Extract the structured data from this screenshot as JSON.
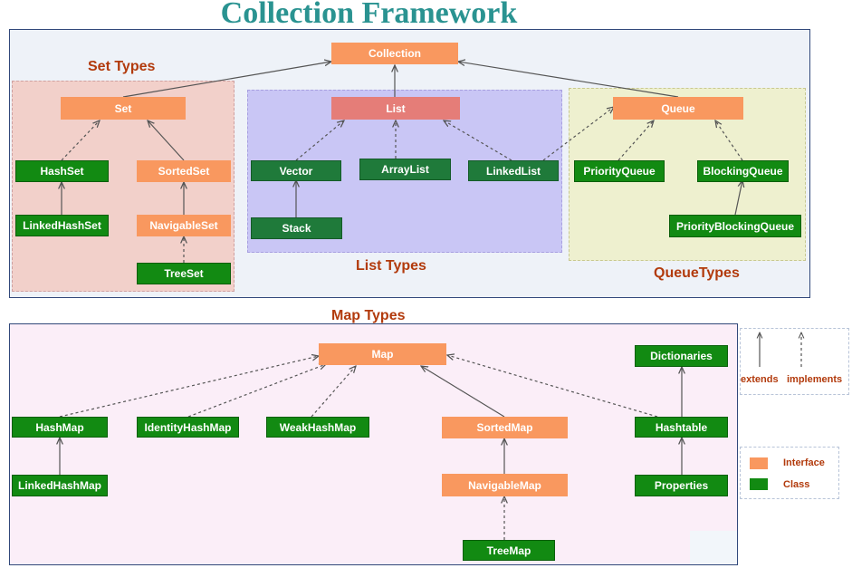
{
  "title": "Collection Framework",
  "sections": {
    "set_types": "Set Types",
    "list_types": "List Types",
    "queue_types": "QueueTypes",
    "map_types": "Map Types"
  },
  "nodes": {
    "collection": "Collection",
    "set": "Set",
    "list": "List",
    "queue": "Queue",
    "hashset": "HashSet",
    "sortedset": "SortedSet",
    "linkedhashset": "LinkedHashSet",
    "navigableset": "NavigableSet",
    "treeset": "TreeSet",
    "vector": "Vector",
    "arraylist": "ArrayList",
    "linkedlist": "LinkedList",
    "stack": "Stack",
    "priorityqueue": "PriorityQueue",
    "blockingqueue": "BlockingQueue",
    "priorityblockingqueue": "PriorityBlockingQueue",
    "map": "Map",
    "dictionaries": "Dictionaries",
    "hashmap": "HashMap",
    "identityhashmap": "IdentityHashMap",
    "weakhashmap": "WeakHashMap",
    "sortedmap": "SortedMap",
    "hashtable": "Hashtable",
    "linkedhashmap": "LinkedHashMap",
    "navigablemap": "NavigableMap",
    "properties": "Properties",
    "treemap": "TreeMap"
  },
  "legend": {
    "extends": "extends",
    "implements": "implements",
    "interface": "Interface",
    "class": "Class",
    "interface_color": "#f9985f",
    "class_color": "#128a12"
  }
}
